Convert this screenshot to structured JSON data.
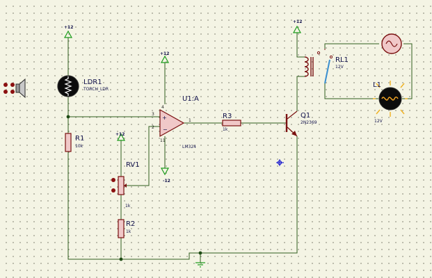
{
  "power": {
    "pos": "+12",
    "neg": "-12"
  },
  "components": {
    "ldr1": {
      "ref": "LDR1",
      "value": "TORCH_LDR"
    },
    "r1": {
      "ref": "R1",
      "value": "10k"
    },
    "rv1": {
      "ref": "RV1",
      "value": "1k"
    },
    "r2": {
      "ref": "R2",
      "value": "1k"
    },
    "u1": {
      "ref": "U1:A",
      "value": "LM324"
    },
    "r3": {
      "ref": "R3",
      "value": "1k"
    },
    "q1": {
      "ref": "Q1",
      "value": "2N2369"
    },
    "rl1": {
      "ref": "RL1",
      "value": "12V"
    },
    "l1": {
      "ref": "L1",
      "value": "12V"
    }
  },
  "pins": {
    "op_noninv": "3",
    "op_inv": "2",
    "op_out": "1",
    "op_vplus": "4",
    "op_vminus": "11"
  },
  "colors": {
    "wire": "#2f5e1e",
    "component": "#7a1010",
    "component_fill": "#f0c8c8",
    "label": "#10104a",
    "power": "#1a9a1a",
    "junction": "#1e4a14",
    "probe": "#0000cc"
  }
}
